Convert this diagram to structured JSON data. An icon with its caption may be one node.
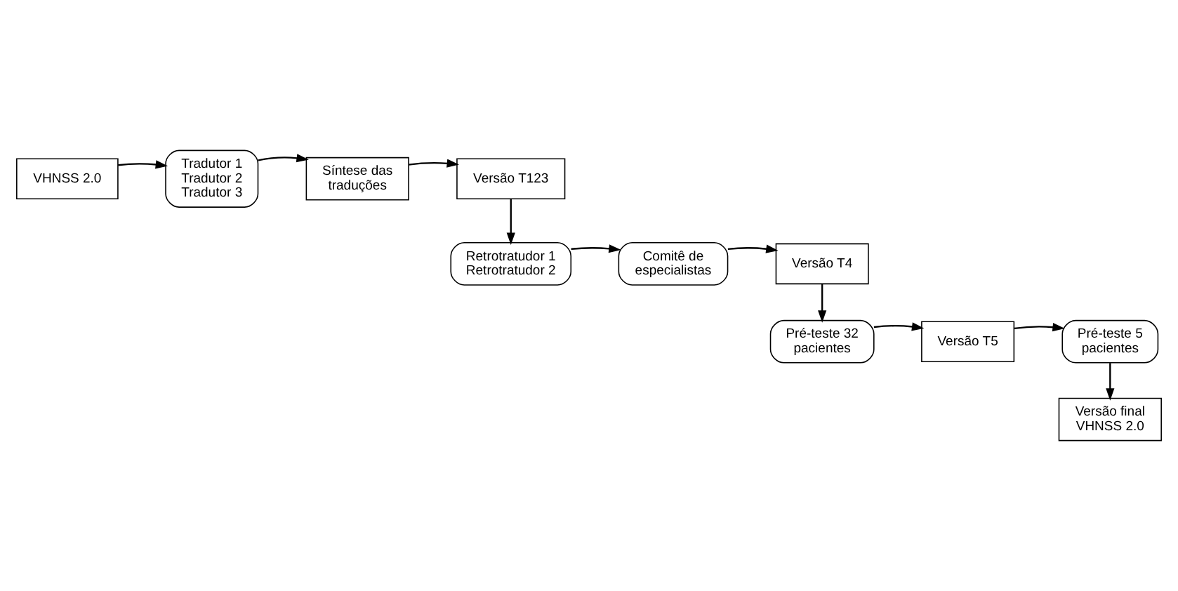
{
  "diagram": {
    "nodes": [
      {
        "text": [
          "VHNSS 2.0"
        ]
      },
      {
        "text": [
          "Tradutor 1 Tradutor 2 Tradutor 3"
        ]
      },
      {
        "text": [
          "Síntese das traduções"
        ]
      },
      {
        "text": [
          "Versão T123"
        ]
      },
      {
        "text": [
          "Retrotratudor 1 Retrotratudor 2"
        ]
      },
      {
        "text": [
          "Comitê de especialistas"
        ]
      },
      {
        "text": [
          "Versão T4"
        ]
      },
      {
        "text": [
          "Pré-teste 32 pacientes"
        ]
      },
      {
        "text": [
          "Versão T5"
        ]
      },
      {
        "text": [
          "Pré-teste 5 pacientes"
        ]
      },
      {
        "text": [
          "Versão final VHNSS 2.0"
        ]
      }
    ],
    "edges": [
      {
        "from": 0,
        "to": 1,
        "arrow": "to"
      },
      {
        "from": 1,
        "to": 2,
        "arrow": "to"
      },
      {
        "from": 2,
        "to": 3,
        "arrow": "to"
      },
      {
        "from": 3,
        "to": 4,
        "arrow": "to"
      },
      {
        "from": 4,
        "to": 5,
        "arrow": "to"
      },
      {
        "from": 5,
        "to": 6,
        "arrow": "to"
      },
      {
        "from": 6,
        "to": 7,
        "arrow": "to"
      },
      {
        "from": 7,
        "to": 8,
        "arrow": "to"
      },
      {
        "from": 8,
        "to": 9,
        "arrow": "to"
      },
      {
        "from": 9,
        "to": 10,
        "arrow": "to"
      }
    ]
  }
}
